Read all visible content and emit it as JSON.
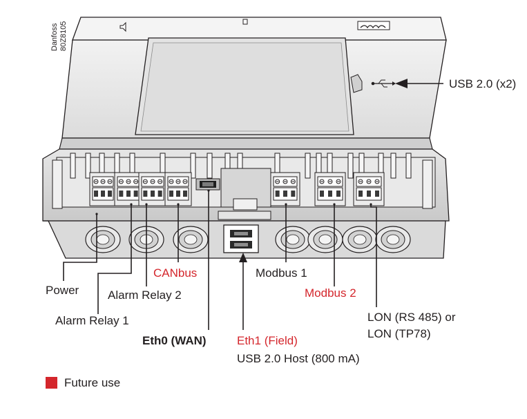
{
  "device": {
    "brand_vertical": "Danfoss",
    "code_vertical": "80Z8105"
  },
  "callouts": {
    "usb_top": "USB 2.0 (x2)",
    "power": "Power",
    "alarm_relay_1": "Alarm Relay 1",
    "alarm_relay_2": "Alarm Relay 2",
    "canbus": "CANbus",
    "eth0": "Eth0 (WAN)",
    "eth1": "Eth1 (Field)",
    "usb_host": "USB 2.0 Host (800 mA)",
    "modbus1": "Modbus 1",
    "modbus2": "Modbus 2",
    "lon_line1": "LON (RS 485) or",
    "lon_line2": "LON (TP78)"
  },
  "legend": {
    "future_use": "Future use"
  },
  "colors": {
    "future_use": "#d4262c",
    "line": "#231f20",
    "housing_light": "#ececec",
    "housing_mid": "#d9d9d9",
    "housing_dark": "#bdbdbd",
    "terminal_green": "#2e7d32"
  }
}
